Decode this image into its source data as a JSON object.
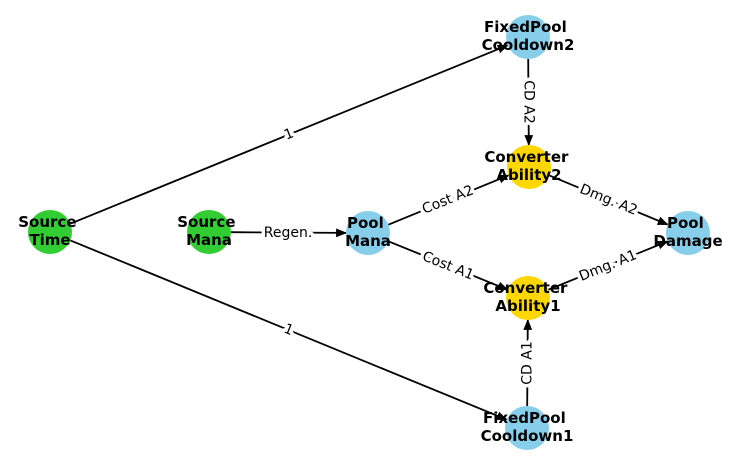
{
  "diagram": {
    "background": "#ffffff",
    "edge_color": "#000000",
    "node_colors": {
      "source": "#32CD32",
      "pool": "#87CEEB",
      "converter": "#FFD700"
    },
    "nodes": [
      {
        "id": "source-time",
        "line1": "Source",
        "line2": "Time",
        "type": "source",
        "color": "#32CD32"
      },
      {
        "id": "source-mana",
        "line1": "Source",
        "line2": "Mana",
        "type": "source",
        "color": "#32CD32"
      },
      {
        "id": "pool-mana",
        "line1": "Pool",
        "line2": "Mana",
        "type": "pool",
        "color": "#87CEEB"
      },
      {
        "id": "fixedpool-cooldown2",
        "line1": "FixedPool",
        "line2": "Cooldown2",
        "type": "pool",
        "color": "#87CEEB"
      },
      {
        "id": "converter-ability2",
        "line1": "Converter",
        "line2": "Ability2",
        "type": "converter",
        "color": "#FFD700"
      },
      {
        "id": "converter-ability1",
        "line1": "Converter",
        "line2": "Ability1",
        "type": "converter",
        "color": "#FFD700"
      },
      {
        "id": "fixedpool-cooldown1",
        "line1": "FixedPool",
        "line2": "Cooldown1",
        "type": "pool",
        "color": "#87CEEB"
      },
      {
        "id": "pool-damage",
        "line1": "Pool",
        "line2": "Damage",
        "type": "pool",
        "color": "#87CEEB"
      }
    ],
    "edges": [
      {
        "from": "source-time",
        "to": "fixedpool-cooldown2",
        "label": "1"
      },
      {
        "from": "source-time",
        "to": "fixedpool-cooldown1",
        "label": "1"
      },
      {
        "from": "source-mana",
        "to": "pool-mana",
        "label": "Regen."
      },
      {
        "from": "pool-mana",
        "to": "converter-ability2",
        "label": "Cost A2"
      },
      {
        "from": "pool-mana",
        "to": "converter-ability1",
        "label": "Cost A1"
      },
      {
        "from": "fixedpool-cooldown2",
        "to": "converter-ability2",
        "label": "CD A2"
      },
      {
        "from": "fixedpool-cooldown1",
        "to": "converter-ability1",
        "label": "CD A1"
      },
      {
        "from": "converter-ability2",
        "to": "pool-damage",
        "label": "Dmg. A2"
      },
      {
        "from": "converter-ability1",
        "to": "pool-damage",
        "label": "Dmg. A1"
      }
    ]
  }
}
